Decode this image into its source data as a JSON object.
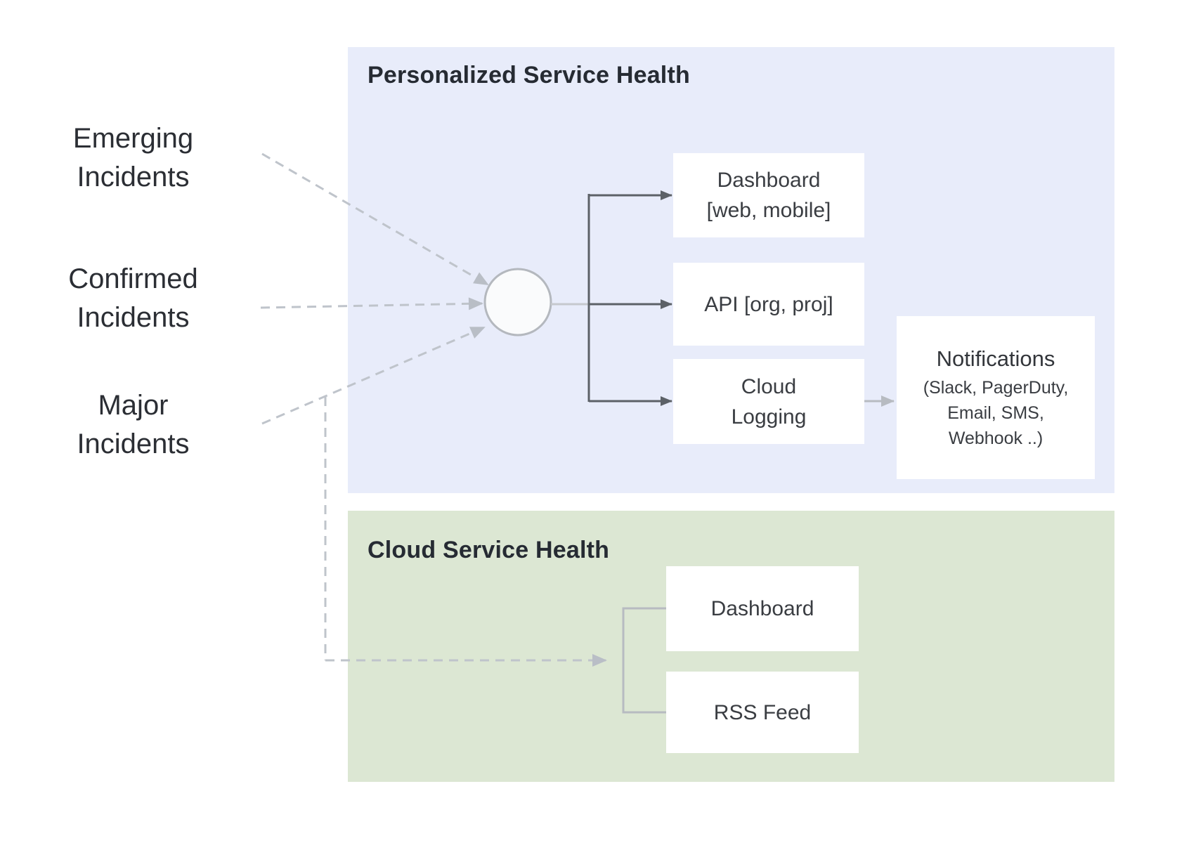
{
  "sections": {
    "personalized": {
      "title": "Personalized Service Health"
    },
    "cloud": {
      "title": "Cloud Service Health"
    }
  },
  "inputs": [
    {
      "id": "emerging",
      "lines": [
        "Emerging",
        "Incidents"
      ]
    },
    {
      "id": "confirmed",
      "lines": [
        "Confirmed",
        "Incidents"
      ]
    },
    {
      "id": "major",
      "lines": [
        "Major",
        "Incidents"
      ]
    }
  ],
  "personalized_nodes": {
    "dashboard": {
      "lines": [
        "Dashboard",
        "[web, mobile]"
      ]
    },
    "api": {
      "lines": [
        "API [org, proj]"
      ]
    },
    "cloud_logging": {
      "lines": [
        "Cloud",
        "Logging"
      ]
    },
    "notifications": {
      "title": "Notifications",
      "lines": [
        "(Slack, PagerDuty,",
        "Email, SMS,",
        "Webhook ..)"
      ]
    }
  },
  "cloud_nodes": {
    "dashboard": {
      "lines": [
        "Dashboard"
      ]
    },
    "rss": {
      "lines": [
        "RSS Feed"
      ]
    }
  },
  "colors": {
    "personalized_bg": "#e8ecfa",
    "cloud_bg": "#dce7d3",
    "node_bg": "#ffffff",
    "dark_connector": "#5c6167",
    "light_connector": "#b7bbc1",
    "dashed_connector": "#bfc4cb",
    "hub_fill": "#fafbfc",
    "hub_stroke": "#b4b8be",
    "title_text": "#262b33",
    "node_text": "#3a3d42",
    "label_text": "#2b2e34"
  }
}
